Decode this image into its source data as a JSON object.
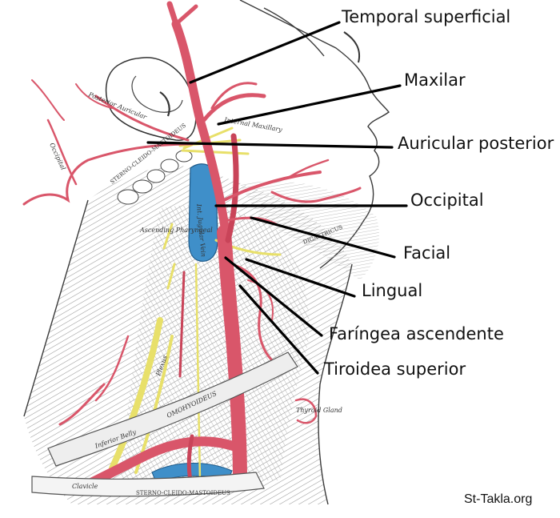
{
  "figure": {
    "subject": "Arteries of the neck (external carotid branches)",
    "colors": {
      "artery": "#d9566a",
      "artery_dark": "#b8334a",
      "vein": "#3f8fc9",
      "nerve": "#e8e06a",
      "muscle_shading": "#9a9a9a",
      "leader_line": "#000000",
      "background": "#ffffff"
    }
  },
  "labels": [
    {
      "id": "temporal-superficial",
      "text": "Temporal superficial"
    },
    {
      "id": "maxilar",
      "text": "Maxilar"
    },
    {
      "id": "auricular-posterior",
      "text": "Auricular posterior"
    },
    {
      "id": "occipital",
      "text": "Occipital"
    },
    {
      "id": "facial",
      "text": "Facial"
    },
    {
      "id": "lingual",
      "text": "Lingual"
    },
    {
      "id": "faringea-ascendente",
      "text": "Faríngea ascendente"
    },
    {
      "id": "tiroidea-superior",
      "text": "Tiroidea superior"
    }
  ],
  "anatomy_text": {
    "sternocleidomastoid_upper": "STERNO-CLEIDO-MASTOIDEUS",
    "sternocleidomastoid_lower": "STERNO-CLEIDO-MASTOIDEUS",
    "posterior_auricular": "Posterior Auricular",
    "occipital_small": "Occipital",
    "jugular_vein": "Int. Jugular Vein",
    "internal_maxillary": "Internal Maxillary",
    "inferior_belly": "Inferior Belly",
    "omohyoideus": "OMOHYOIDEUS",
    "clavicle": "Clavicle",
    "thyroid_gland": "Thyroid Gland",
    "ascending_pharyngeal": "Ascending Pharyngeal",
    "plexus": "Plexus",
    "digastricus": "DIGASTRICUS"
  },
  "watermark": "St-Takla.org"
}
